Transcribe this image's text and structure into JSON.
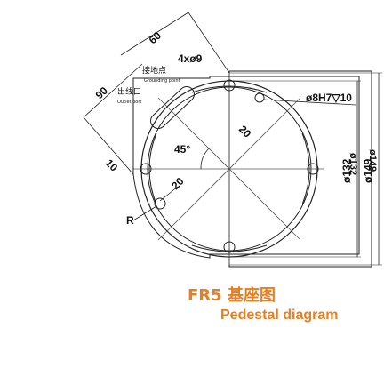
{
  "caption": {
    "cn": "FR5 基座图",
    "en": "Pedestal diagram"
  },
  "labels": {
    "dim_60": "60",
    "holes": "4xø9",
    "grounding_cn": "接地点",
    "grounding_en": "Grounding point",
    "outlet_cn": "出线口",
    "outlet_en": "Outlet port",
    "dim_90": "90",
    "bore": "ø8H7▽10",
    "dim_20_a": "20",
    "angle": "45°",
    "dim_10": "10",
    "dim_20_b": "20",
    "radius": "R",
    "dia_132": "ø132",
    "dia_149": "ø149",
    "rev_132": "ø132",
    "rev_149": "ø149"
  },
  "colors": {
    "accent": "#e67e22",
    "line": "#222222",
    "centerline": "#555555"
  }
}
